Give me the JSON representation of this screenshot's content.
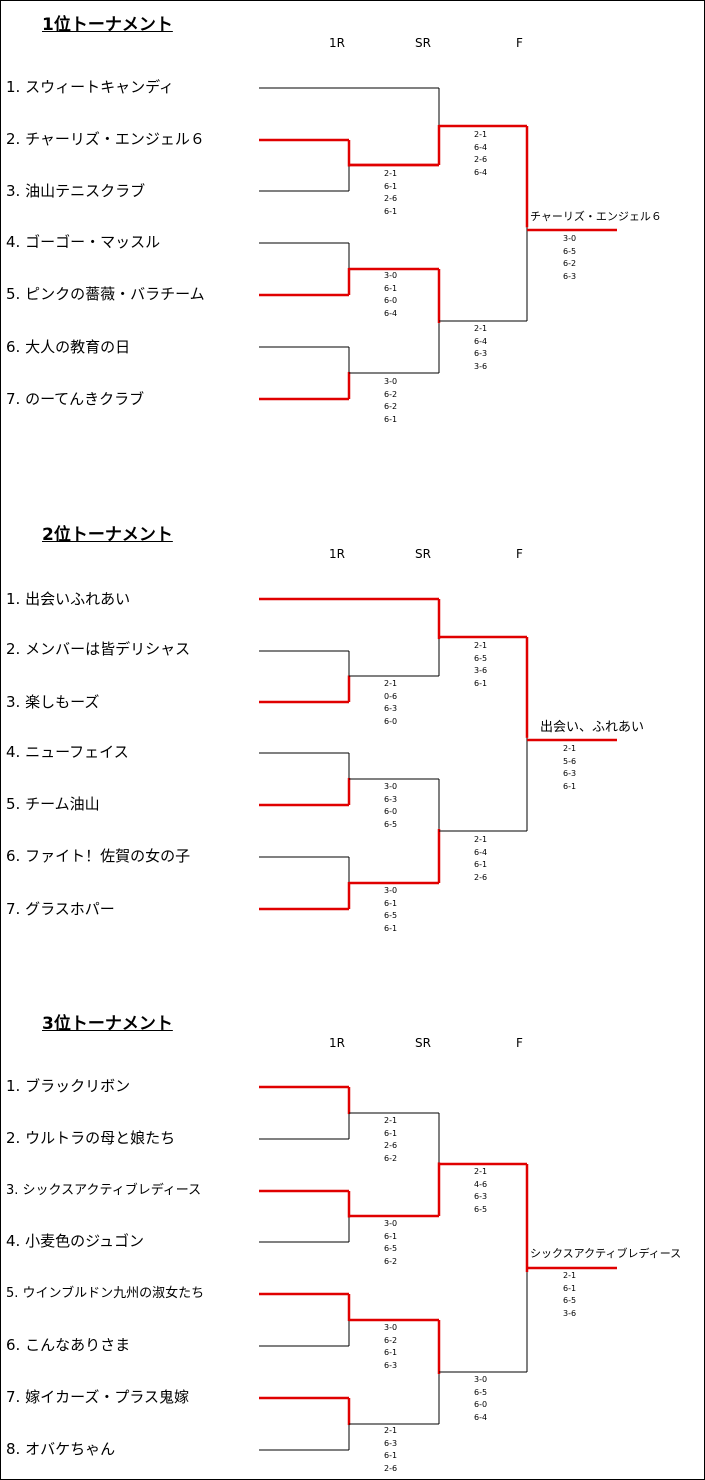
{
  "headers": [
    "1R",
    "SR",
    "F"
  ],
  "colors": {
    "winner": "#e00000",
    "normal": "#000000"
  },
  "tournaments": [
    {
      "title": "1位トーナメント",
      "teams": [
        "1. スウィートキャンディ",
        "2. チャーリズ・エンジェル６",
        "3. 油山テニスクラブ",
        "4. ゴーゴー・マッスル",
        "5. ピンクの薔薇・バラチーム",
        "6. 大人の教育の日",
        "7. のーてんきクラブ"
      ],
      "scores": [
        [
          "2-1",
          "6-1",
          "2-6",
          "6-1"
        ],
        [
          "3-0",
          "6-1",
          "6-0",
          "6-4"
        ],
        [
          "3-0",
          "6-2",
          "6-2",
          "6-1"
        ],
        [
          "2-1",
          "6-4",
          "2-6",
          "6-4"
        ],
        [
          "2-1",
          "6-4",
          "6-3",
          "3-6"
        ],
        [
          "3-0",
          "6-5",
          "6-2",
          "6-3"
        ]
      ],
      "champion": "チャーリズ・エンジェル６"
    },
    {
      "title": "2位トーナメント",
      "teams": [
        "1. 出会いふれあい",
        "2. メンバーは皆デリシャス",
        "3. 楽しもーズ",
        "4. ニューフェイス",
        "5. チーム油山",
        "6. ファイト！佐賀の女の子",
        "7. グラスホパー"
      ],
      "scores": [
        [
          "2-1",
          "0-6",
          "6-3",
          "6-0"
        ],
        [
          "3-0",
          "6-3",
          "6-0",
          "6-5"
        ],
        [
          "3-0",
          "6-1",
          "6-5",
          "6-1"
        ],
        [
          "2-1",
          "6-5",
          "3-6",
          "6-1"
        ],
        [
          "2-1",
          "6-4",
          "6-1",
          "2-6"
        ],
        [
          "2-1",
          "5-6",
          "6-3",
          "6-1"
        ]
      ],
      "champion": "出会い、ふれあい"
    },
    {
      "title": "3位トーナメント",
      "teams": [
        "1. ブラックリボン",
        "2. ウルトラの母と娘たち",
        "3. シックスアクティブレディース",
        "4. 小麦色のジュゴン",
        "5. ウインブルドン九州の淑女たち",
        "6. こんなありさま",
        "7. 嫁イカーズ・プラス鬼嫁",
        "8. オバケちゃん"
      ],
      "scores": [
        [
          "2-1",
          "6-1",
          "2-6",
          "6-2"
        ],
        [
          "3-0",
          "6-1",
          "6-5",
          "6-2"
        ],
        [
          "3-0",
          "6-2",
          "6-1",
          "6-3"
        ],
        [
          "2-1",
          "6-3",
          "6-1",
          "2-6"
        ],
        [
          "2-1",
          "4-6",
          "6-3",
          "6-5"
        ],
        [
          "3-0",
          "6-5",
          "6-0",
          "6-4"
        ],
        [
          "2-1",
          "6-1",
          "6-5",
          "3-6"
        ]
      ],
      "champion": "シックスアクティブレディース"
    }
  ]
}
